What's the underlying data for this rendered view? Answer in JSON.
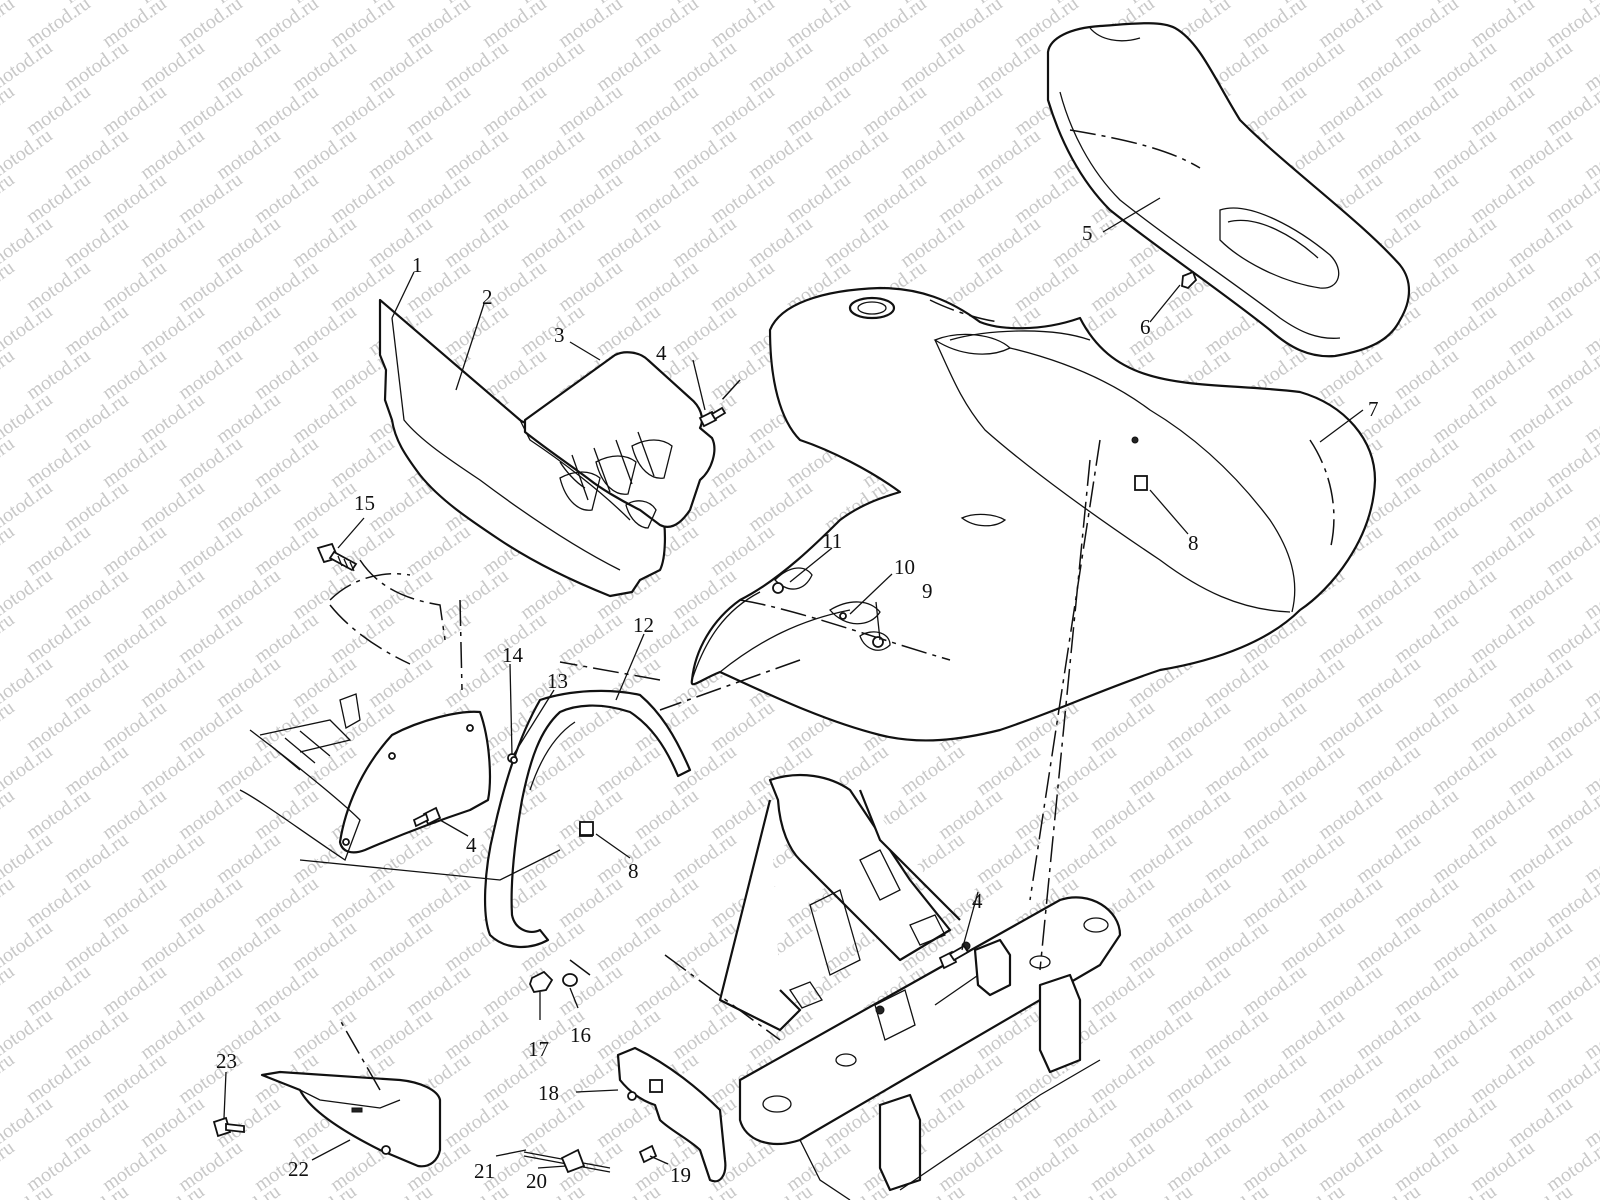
{
  "watermark": {
    "text": "motod.ru"
  },
  "callouts": [
    {
      "id": "c1",
      "label": "1"
    },
    {
      "id": "c2",
      "label": "2"
    },
    {
      "id": "c3",
      "label": "3"
    },
    {
      "id": "c4a",
      "label": "4"
    },
    {
      "id": "c5",
      "label": "5"
    },
    {
      "id": "c6",
      "label": "6"
    },
    {
      "id": "c7",
      "label": "7"
    },
    {
      "id": "c8a",
      "label": "8"
    },
    {
      "id": "c9",
      "label": "9"
    },
    {
      "id": "c10",
      "label": "10"
    },
    {
      "id": "c11",
      "label": "11"
    },
    {
      "id": "c12",
      "label": "12"
    },
    {
      "id": "c13",
      "label": "13"
    },
    {
      "id": "c14",
      "label": "14"
    },
    {
      "id": "c15",
      "label": "15"
    },
    {
      "id": "c4b",
      "label": "4"
    },
    {
      "id": "c8b",
      "label": "8"
    },
    {
      "id": "c4c",
      "label": "4"
    },
    {
      "id": "c16",
      "label": "16"
    },
    {
      "id": "c17",
      "label": "17"
    },
    {
      "id": "c18",
      "label": "18"
    },
    {
      "id": "c19",
      "label": "19"
    },
    {
      "id": "c20",
      "label": "20"
    },
    {
      "id": "c21",
      "label": "21"
    },
    {
      "id": "c22",
      "label": "22"
    },
    {
      "id": "c23",
      "label": "23"
    }
  ]
}
